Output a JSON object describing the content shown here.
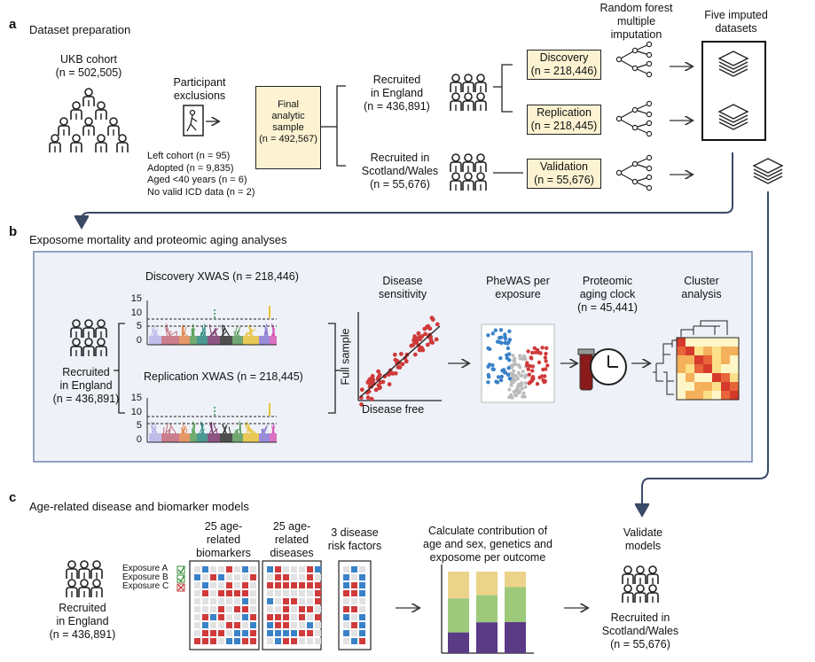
{
  "panel_a": {
    "letter": "a",
    "title": "Dataset preparation",
    "ukb_cohort": "UKB cohort",
    "ukb_n": "(n = 502,505)",
    "participant_exclusions": [
      "Participant",
      "exclusions"
    ],
    "exclusions": [
      "Left cohort (n = 95)",
      "Adopted (n = 9,835)",
      "Aged <40 years (n = 6)",
      "No valid ICD data (n = 2)"
    ],
    "final_sample": [
      "Final",
      "analytic",
      "sample",
      "(n = 492,567)"
    ],
    "recruited_england": [
      "Recruited",
      "in England",
      "(n = 436,891)"
    ],
    "recruited_scotland": [
      "Recruited in",
      "Scotland/Wales",
      "(n = 55,676)"
    ],
    "random_forest": [
      "Random forest",
      "multiple",
      "imputation"
    ],
    "five_imputed": [
      "Five imputed",
      "datasets"
    ],
    "discovery": [
      "Discovery",
      "(n = 218,446)"
    ],
    "replication": [
      "Replication",
      "(n = 218,445)"
    ],
    "validation": [
      "Validation",
      "(n = 55,676)"
    ]
  },
  "panel_b": {
    "letter": "b",
    "title": "Exposome mortality and proteomic aging analyses",
    "discovery_xwas": "Discovery XWAS (n = 218,446)",
    "replication_xwas": "Replication XWAS (n = 218,445)",
    "y_ticks": [
      "15",
      "10",
      "5",
      "0"
    ],
    "recruited_england": [
      "Recruited",
      "in England",
      "(n = 436,891)"
    ],
    "disease_sensitivity": [
      "Disease",
      "sensitivity"
    ],
    "full_sample": "Full sample",
    "disease_free": "Disease free",
    "phewas": [
      "PheWAS per",
      "exposure"
    ],
    "proteomic": [
      "Proteomic",
      "aging clock",
      "(n = 45,441)"
    ],
    "cluster": [
      "Cluster",
      "analysis"
    ]
  },
  "panel_c": {
    "letter": "c",
    "title": "Age-related disease and biomarker models",
    "recruited_england": [
      "Recruited",
      "in England",
      "(n = 436,891)"
    ],
    "exposures": [
      "Exposure A",
      "Exposure B",
      "Exposure C"
    ],
    "biomarkers": [
      "25 age-",
      "related",
      "biomarkers"
    ],
    "diseases": [
      "25 age-",
      "related",
      "diseases"
    ],
    "risk_factors": [
      "3 disease",
      "risk factors"
    ],
    "contribution": [
      "Calculate contribution of",
      "age and sex, genetics and",
      "exposome per outcome"
    ],
    "validate": [
      "Validate",
      "models"
    ],
    "recruited_scotland": [
      "Recruited in",
      "Scotland/Wales",
      "(n = 55,676)"
    ]
  },
  "colors": {
    "navy": "#3a4a66",
    "cream": "#fdf3d2",
    "panel_b_bg": "#eef2f8",
    "red": "#d03a3a",
    "blue": "#3a82c8",
    "yellow": "#ecd38a",
    "green": "#9cc97a",
    "purple": "#5b3a86"
  }
}
